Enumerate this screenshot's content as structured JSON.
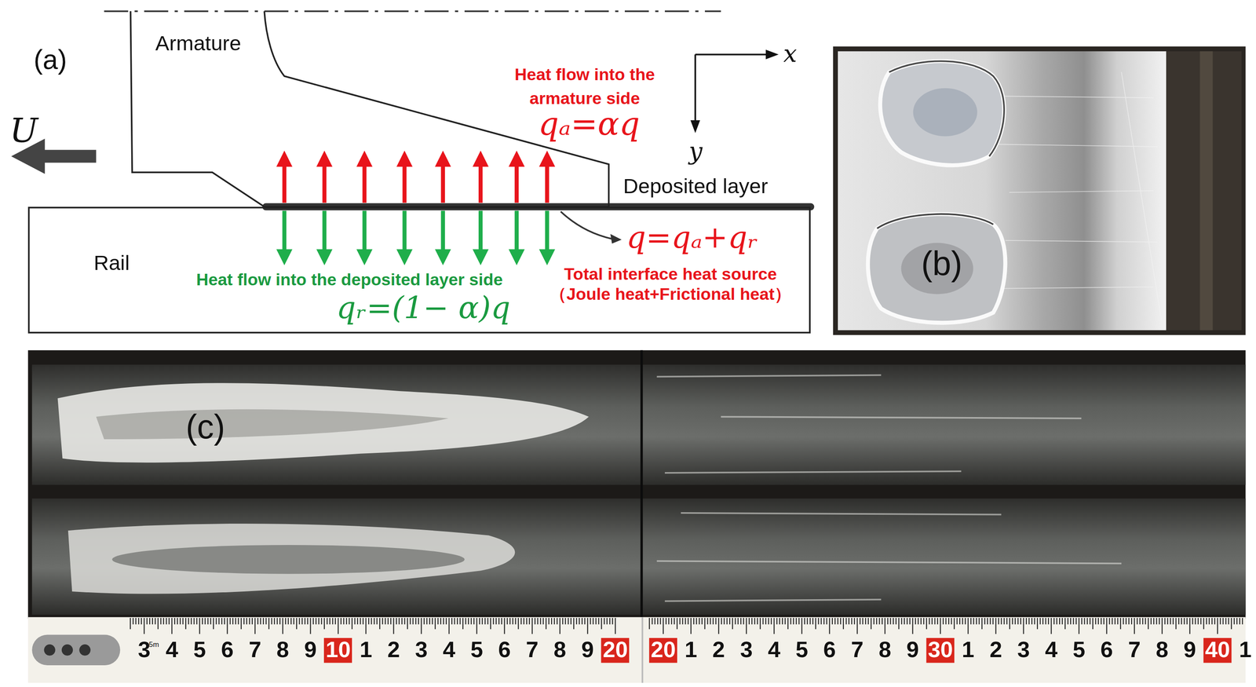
{
  "diagram": {
    "nodes": [
      {
        "text": [
          "Armature"
        ]
      },
      {
        "text": [
          "Rail"
        ]
      }
    ],
    "labels": [
      "(a)",
      "x",
      "y",
      "U",
      "Heat flow into the armature side",
      "qₐ=αq",
      "Deposited layer",
      "q=qₐ+qᵣ",
      "Total interface heat source （Joule heat+Frictional heat）",
      "Heat flow into the deposited layer side",
      "qᵣ=(1− α)q",
      "(b)",
      "(c)",
      "5m",
      "3",
      "4",
      "5",
      "6",
      "7",
      "8",
      "9",
      "10",
      "1",
      "2",
      "3",
      "4",
      "5",
      "6",
      "7",
      "8",
      "9",
      "20",
      "20",
      "1",
      "2",
      "3",
      "4",
      "5",
      "6",
      "7",
      "8",
      "9",
      "30",
      "1",
      "2",
      "3",
      "4",
      "5",
      "6",
      "7",
      "8",
      "9",
      "40",
      "1"
    ]
  }
}
